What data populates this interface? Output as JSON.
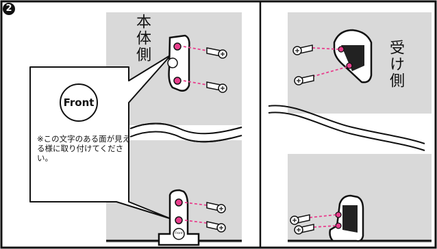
{
  "step_number": "2",
  "left_panel": {
    "label": "本体側"
  },
  "right_panel": {
    "label": "受け側"
  },
  "callout": {
    "front_text": "Front",
    "note": "※この文字のある面が見える様に取り付けてください。"
  },
  "bracket_marking": "Front",
  "colors": {
    "wall": "#d9d9d9",
    "guide_line": "#e83e8c",
    "outline": "#111111"
  }
}
